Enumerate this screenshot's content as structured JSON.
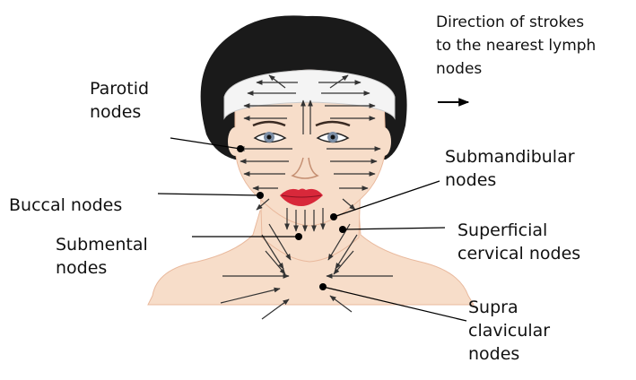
{
  "legend": {
    "lines": [
      "Direction of strokes",
      "to the nearest lymph",
      "nodes"
    ],
    "stroke_color": "#000000"
  },
  "labels": {
    "parotid": [
      "Parotid",
      "nodes"
    ],
    "buccal": [
      "Buccal nodes"
    ],
    "submental": [
      "Submental",
      "nodes"
    ],
    "submandibular": [
      "Submandibular",
      "nodes"
    ],
    "superficial_cervical": [
      "Superficial",
      "cervical nodes"
    ],
    "supraclavicular": [
      "Supra",
      "clavicular",
      "nodes"
    ]
  },
  "colors": {
    "hair": "#1a1a1a",
    "headband": "#f4f4f4",
    "skin": "#f7ddc9",
    "skin_shadow": "#e9b99d",
    "lips": "#d8283a",
    "iris": "#7d8fa6",
    "arrow": "#333333",
    "node": "#000000"
  }
}
